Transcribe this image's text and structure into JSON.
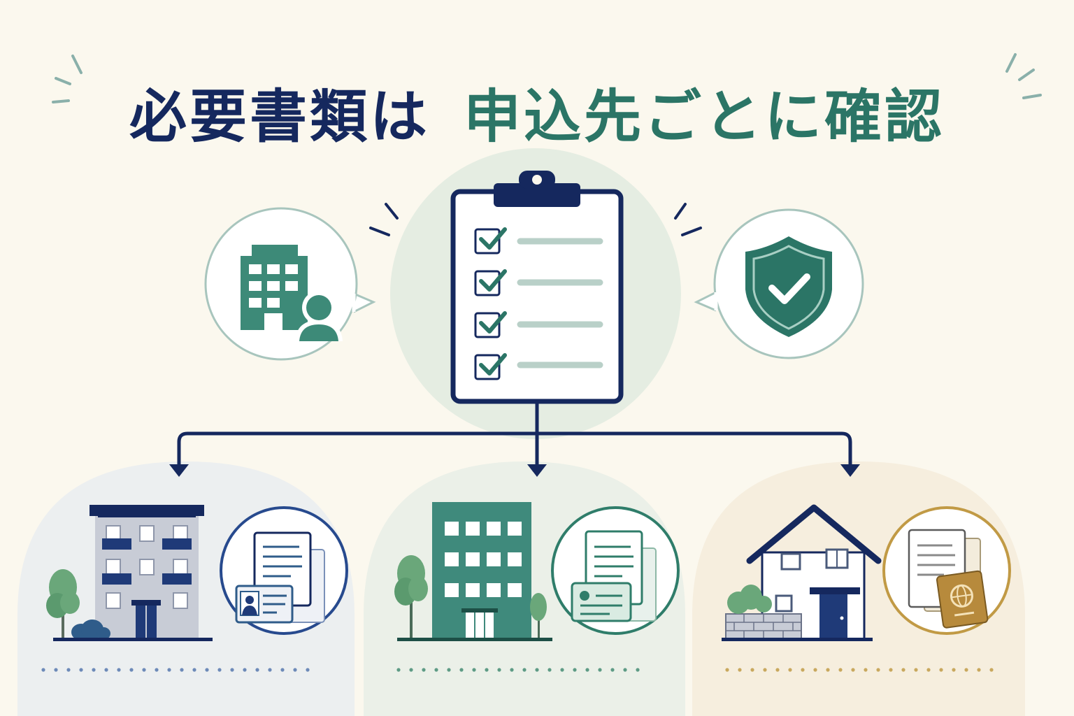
{
  "title": {
    "part_dark": "必要書類は",
    "part_accent": "申込先ごとに確認"
  },
  "colors": {
    "background": "#fbf8ee",
    "navy": "#15285e",
    "teal": "#2b7566",
    "blue_ring": "#274a8e",
    "green_ring": "#2f7d6a",
    "gold_ring": "#c19a45"
  },
  "center": {
    "icon": "clipboard-checklist-icon",
    "checklist_items": 4
  },
  "side_icons": [
    {
      "icon": "office-building-person-icon"
    },
    {
      "icon": "shield-check-icon"
    }
  ],
  "branches": [
    {
      "building": "apartment-building-icon",
      "docs": "id-card-documents-icon",
      "accent": "#274a8e"
    },
    {
      "building": "office-tower-icon",
      "docs": "card-documents-icon",
      "accent": "#2f7d6a"
    },
    {
      "building": "house-icon",
      "docs": "passport-documents-icon",
      "accent": "#c19a45"
    }
  ]
}
